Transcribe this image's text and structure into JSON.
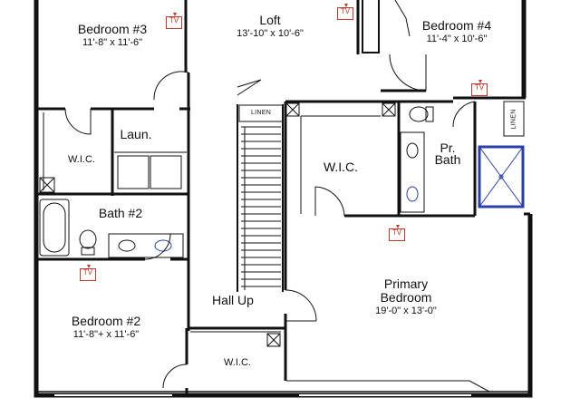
{
  "rooms": {
    "bedroom3": {
      "name": "Bedroom #3",
      "dims": "11'-8\" x 11'-6\""
    },
    "loft": {
      "name": "Loft",
      "dims": "13'-10\" x 10'-6\""
    },
    "bedroom4": {
      "name": "Bedroom #4",
      "dims": "11'-4\" x 10'-6\""
    },
    "laundry": {
      "name": "Laun."
    },
    "wic_left": {
      "name": "W.I.C."
    },
    "bath2": {
      "name": "Bath #2"
    },
    "wic_center": {
      "name": "W.I.C."
    },
    "pr_bath": {
      "name_line1": "Pr.",
      "name_line2": "Bath"
    },
    "hall": {
      "name": "Hall Up"
    },
    "primary": {
      "name_line1": "Primary",
      "name_line2": "Bedroom",
      "dims": "19'-0\" x 13'-0\""
    },
    "bedroom2": {
      "name": "Bedroom #2",
      "dims": "11'-8\"+ x 11'-6\""
    },
    "wic_bottom": {
      "name": "W.I.C."
    }
  },
  "fixtures": {
    "linen_hall": "LINEN",
    "linen_bath": "LINEN"
  },
  "tv_label": "TV",
  "colors": {
    "wall": "#111111",
    "tv": "#c0392b",
    "shower": "#2b3fa8"
  }
}
